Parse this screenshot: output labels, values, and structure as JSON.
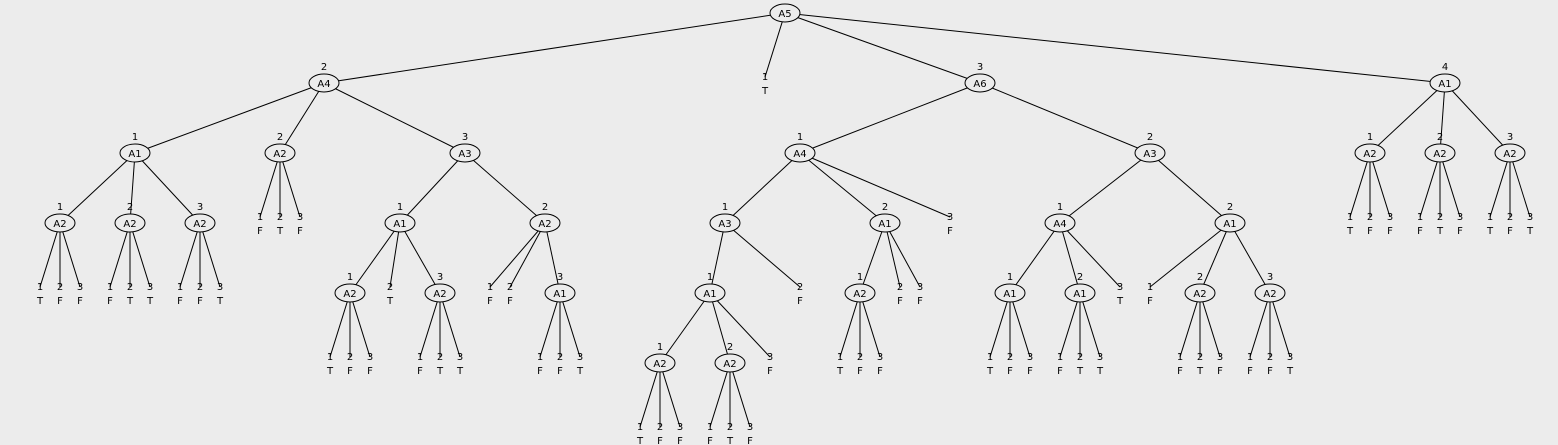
{
  "diagram": {
    "type": "decision-tree",
    "root": {
      "label": "A5",
      "children": [
        {
          "edge": "1",
          "leaf": "T"
        },
        {
          "edge": "2",
          "label": "A4",
          "children": [
            {
              "edge": "1",
              "label": "A1",
              "children": [
                {
                  "edge": "1",
                  "label": "A2",
                  "children": [
                    {
                      "edge": "1",
                      "leaf": "T"
                    },
                    {
                      "edge": "2",
                      "leaf": "F"
                    },
                    {
                      "edge": "3",
                      "leaf": "F"
                    }
                  ]
                },
                {
                  "edge": "2",
                  "label": "A2",
                  "children": [
                    {
                      "edge": "1",
                      "leaf": "F"
                    },
                    {
                      "edge": "2",
                      "leaf": "T"
                    },
                    {
                      "edge": "3",
                      "leaf": "T"
                    }
                  ]
                },
                {
                  "edge": "3",
                  "label": "A2",
                  "children": [
                    {
                      "edge": "1",
                      "leaf": "F"
                    },
                    {
                      "edge": "2",
                      "leaf": "F"
                    },
                    {
                      "edge": "3",
                      "leaf": "T"
                    }
                  ]
                }
              ]
            },
            {
              "edge": "2",
              "label": "A2",
              "children": [
                {
                  "edge": "1",
                  "leaf": "F"
                },
                {
                  "edge": "2",
                  "leaf": "T"
                },
                {
                  "edge": "3",
                  "leaf": "F"
                }
              ]
            },
            {
              "edge": "3",
              "label": "A3",
              "children": [
                {
                  "edge": "1",
                  "label": "A1",
                  "children": [
                    {
                      "edge": "1",
                      "label": "A2",
                      "children": [
                        {
                          "edge": "1",
                          "leaf": "T"
                        },
                        {
                          "edge": "2",
                          "leaf": "F"
                        },
                        {
                          "edge": "3",
                          "leaf": "F"
                        }
                      ]
                    },
                    {
                      "edge": "2",
                      "leaf": "T"
                    },
                    {
                      "edge": "3",
                      "label": "A2",
                      "children": [
                        {
                          "edge": "1",
                          "leaf": "F"
                        },
                        {
                          "edge": "2",
                          "leaf": "T"
                        },
                        {
                          "edge": "3",
                          "leaf": "T"
                        }
                      ]
                    }
                  ]
                },
                {
                  "edge": "2",
                  "label": "A2",
                  "children": [
                    {
                      "edge": "1",
                      "leaf": "F"
                    },
                    {
                      "edge": "2",
                      "leaf": "F"
                    },
                    {
                      "edge": "3",
                      "label": "A1",
                      "children": [
                        {
                          "edge": "1",
                          "leaf": "F"
                        },
                        {
                          "edge": "2",
                          "leaf": "F"
                        },
                        {
                          "edge": "3",
                          "leaf": "T"
                        }
                      ]
                    }
                  ]
                }
              ]
            }
          ]
        },
        {
          "edge": "3",
          "label": "A6",
          "children": [
            {
              "edge": "1",
              "label": "A4",
              "children": [
                {
                  "edge": "1",
                  "label": "A3",
                  "children": [
                    {
                      "edge": "1",
                      "label": "A1",
                      "children": [
                        {
                          "edge": "1",
                          "label": "A2",
                          "children": [
                            {
                              "edge": "1",
                              "leaf": "T"
                            },
                            {
                              "edge": "2",
                              "leaf": "F"
                            },
                            {
                              "edge": "3",
                              "leaf": "F"
                            }
                          ]
                        },
                        {
                          "edge": "2",
                          "label": "A2",
                          "children": [
                            {
                              "edge": "1",
                              "leaf": "F"
                            },
                            {
                              "edge": "2",
                              "leaf": "T"
                            },
                            {
                              "edge": "3",
                              "leaf": "F"
                            }
                          ]
                        },
                        {
                          "edge": "3",
                          "leaf": "F"
                        }
                      ]
                    },
                    {
                      "edge": "2",
                      "leaf": "F"
                    }
                  ]
                },
                {
                  "edge": "2",
                  "label": "A1",
                  "children": [
                    {
                      "edge": "1",
                      "label": "A2",
                      "children": [
                        {
                          "edge": "1",
                          "leaf": "T"
                        },
                        {
                          "edge": "2",
                          "leaf": "F"
                        },
                        {
                          "edge": "3",
                          "leaf": "F"
                        }
                      ]
                    },
                    {
                      "edge": "2",
                      "leaf": "F"
                    },
                    {
                      "edge": "3",
                      "leaf": "F"
                    }
                  ]
                },
                {
                  "edge": "3",
                  "leaf": "F"
                }
              ]
            },
            {
              "edge": "2",
              "label": "A3",
              "children": [
                {
                  "edge": "1",
                  "label": "A4",
                  "children": [
                    {
                      "edge": "1",
                      "label": "A1",
                      "children": [
                        {
                          "edge": "1",
                          "leaf": "T"
                        },
                        {
                          "edge": "2",
                          "leaf": "F"
                        },
                        {
                          "edge": "3",
                          "leaf": "F"
                        }
                      ]
                    },
                    {
                      "edge": "2",
                      "label": "A1",
                      "children": [
                        {
                          "edge": "1",
                          "leaf": "F"
                        },
                        {
                          "edge": "2",
                          "leaf": "T"
                        },
                        {
                          "edge": "3",
                          "leaf": "T"
                        }
                      ]
                    },
                    {
                      "edge": "3",
                      "leaf": "T"
                    }
                  ]
                },
                {
                  "edge": "2",
                  "label": "A1",
                  "children": [
                    {
                      "edge": "1",
                      "leaf": "F"
                    },
                    {
                      "edge": "2",
                      "label": "A2",
                      "children": [
                        {
                          "edge": "1",
                          "leaf": "F"
                        },
                        {
                          "edge": "2",
                          "leaf": "T"
                        },
                        {
                          "edge": "3",
                          "leaf": "F"
                        }
                      ]
                    },
                    {
                      "edge": "3",
                      "label": "A2",
                      "children": [
                        {
                          "edge": "1",
                          "leaf": "F"
                        },
                        {
                          "edge": "2",
                          "leaf": "F"
                        },
                        {
                          "edge": "3",
                          "leaf": "T"
                        }
                      ]
                    }
                  ]
                }
              ]
            }
          ]
        },
        {
          "edge": "4",
          "label": "A1",
          "children": [
            {
              "edge": "1",
              "label": "A2",
              "children": [
                {
                  "edge": "1",
                  "leaf": "T"
                },
                {
                  "edge": "2",
                  "leaf": "F"
                },
                {
                  "edge": "3",
                  "leaf": "F"
                }
              ]
            },
            {
              "edge": "2",
              "label": "A2",
              "children": [
                {
                  "edge": "1",
                  "leaf": "F"
                },
                {
                  "edge": "2",
                  "leaf": "T"
                },
                {
                  "edge": "3",
                  "leaf": "F"
                }
              ]
            },
            {
              "edge": "3",
              "label": "A2",
              "children": [
                {
                  "edge": "1",
                  "leaf": "T"
                },
                {
                  "edge": "2",
                  "leaf": "F"
                },
                {
                  "edge": "3",
                  "leaf": "T"
                }
              ]
            }
          ]
        }
      ]
    }
  }
}
